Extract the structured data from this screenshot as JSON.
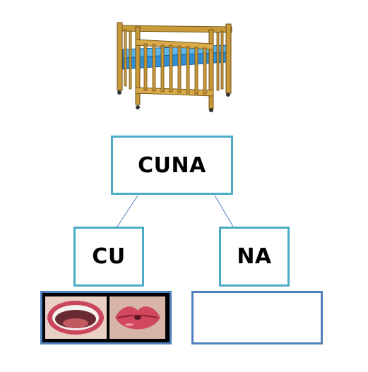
{
  "tree": {
    "root": {
      "label": "CUNA"
    },
    "left": {
      "label": "CU"
    },
    "right": {
      "label": "NA"
    }
  },
  "images": {
    "top": "crib-illustration",
    "left_pictures": [
      "open-mouth-photo",
      "kiss-lips-photo"
    ],
    "right_pictures": []
  },
  "colors": {
    "word_box_border": "#4bacc6",
    "picture_box_border": "#4f81bd",
    "connector": "#4f81bd"
  }
}
